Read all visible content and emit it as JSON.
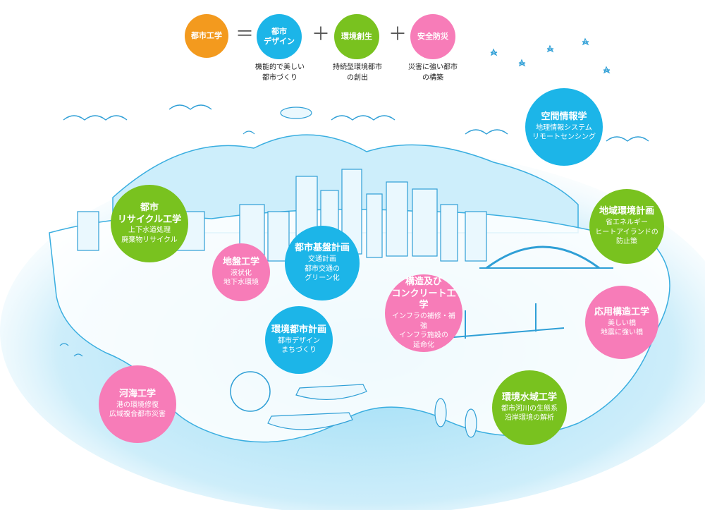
{
  "equation": {
    "base": {
      "label": "都市工学",
      "color": "#f39a1e"
    },
    "op1": "＝",
    "term1": {
      "label": "都市\nデザイン",
      "caption": "機能的で美しい\n都市づくり",
      "color": "#1cb5e8"
    },
    "op2": "＋",
    "term2": {
      "label": "環境創生",
      "caption": "持続型環境都市\nの創出",
      "color": "#79c21f"
    },
    "op3": "＋",
    "term3": {
      "label": "安全防災",
      "caption": "災害に強い都市\nの構築",
      "color": "#f77cb8"
    }
  },
  "fields": [
    {
      "title": "空間情報学",
      "sub": "地理情報システム\nリモートセンシング",
      "color": "#1cb5e8"
    },
    {
      "title": "都市\nリサイクル工学",
      "sub": "上下水道処理\n廃棄物リサイクル",
      "color": "#79c21f"
    },
    {
      "title": "地域環境計画",
      "sub": "省エネルギー\nヒートアイランドの\n防止策",
      "color": "#79c21f"
    },
    {
      "title": "都市基盤計画",
      "sub": "交通計画\n都市交通の\nグリーン化",
      "color": "#1cb5e8"
    },
    {
      "title": "地盤工学",
      "sub": "液状化\n地下水環境",
      "color": "#f77cb8"
    },
    {
      "title": "構造及び\nコンクリート工学",
      "sub": "インフラの補修・補強\nインフラ施設の\n延命化",
      "color": "#f77cb8"
    },
    {
      "title": "応用構造工学",
      "sub": "美しい橋\n地震に強い橋",
      "color": "#f77cb8"
    },
    {
      "title": "環境都市計画",
      "sub": "都市デザイン\nまちづくり",
      "color": "#1cb5e8"
    },
    {
      "title": "河海工学",
      "sub": "港の環境修復\n広域複合都市災害",
      "color": "#f77cb8"
    },
    {
      "title": "環境水域工学",
      "sub": "都市河川の生態系\n沿岸環境の解析",
      "color": "#79c21f"
    }
  ]
}
